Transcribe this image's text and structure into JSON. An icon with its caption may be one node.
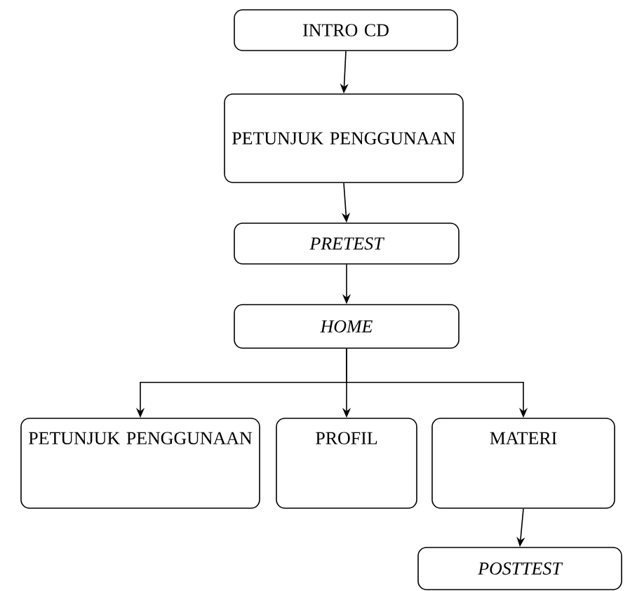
{
  "diagram": {
    "nodes": [
      {
        "text": [
          "INTRO CD"
        ]
      },
      {
        "text": [
          "PETUNJUK PENGGUNAAN"
        ]
      },
      {
        "text": [
          "PRETEST"
        ]
      },
      {
        "text": [
          "HOME"
        ]
      },
      {
        "text": [
          "PETUNJUK PENGGUNAAN"
        ]
      },
      {
        "text": [
          "PROFIL"
        ]
      },
      {
        "text": [
          "MATERI"
        ]
      },
      {
        "text": [
          "POSTTEST"
        ]
      }
    ],
    "edges": [
      {
        "from": 0,
        "to": 1,
        "arrow": "to"
      },
      {
        "from": 1,
        "to": 2,
        "arrow": "to"
      },
      {
        "from": 2,
        "to": 3,
        "arrow": "to"
      },
      {
        "from": 3,
        "to": 4,
        "arrow": "to"
      },
      {
        "from": 3,
        "to": 5,
        "arrow": "to"
      },
      {
        "from": 3,
        "to": 6,
        "arrow": "to"
      },
      {
        "from": 6,
        "to": 7,
        "arrow": "to"
      }
    ]
  }
}
